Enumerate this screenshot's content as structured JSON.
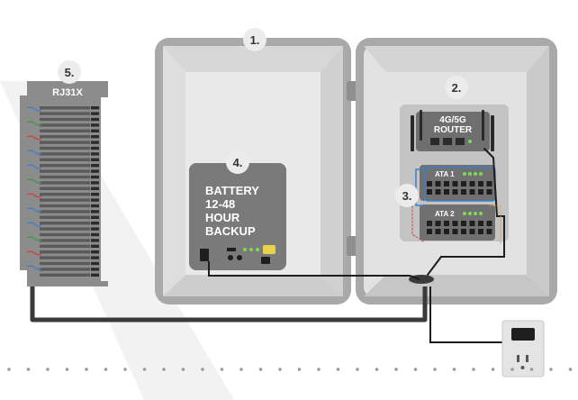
{
  "markers": {
    "m1": "1.",
    "m2": "2.",
    "m3": "3.",
    "m4": "4.",
    "m5": "5."
  },
  "rj31x": {
    "label": "RJ31X"
  },
  "router": {
    "line1": "4G/5G",
    "line2": "ROUTER"
  },
  "ata": {
    "ata1": "ATA 1",
    "ata2": "ATA 2"
  },
  "battery": {
    "line1": "BATTERY",
    "line2": "12-48",
    "line3": "HOUR",
    "line4": "BACKUP"
  },
  "colors": {
    "cabinet_gray": "#a9a9a9",
    "panel_gray": "#8c8c8c",
    "cable_dark": "#3a3a3a",
    "badge_fill": "#ececec",
    "wire_blue": "#3f7ec9",
    "wire_green": "#3e9a4b",
    "wire_red": "#c9463d",
    "led_green": "#7ed957",
    "led_yellow": "#e8d24a"
  }
}
